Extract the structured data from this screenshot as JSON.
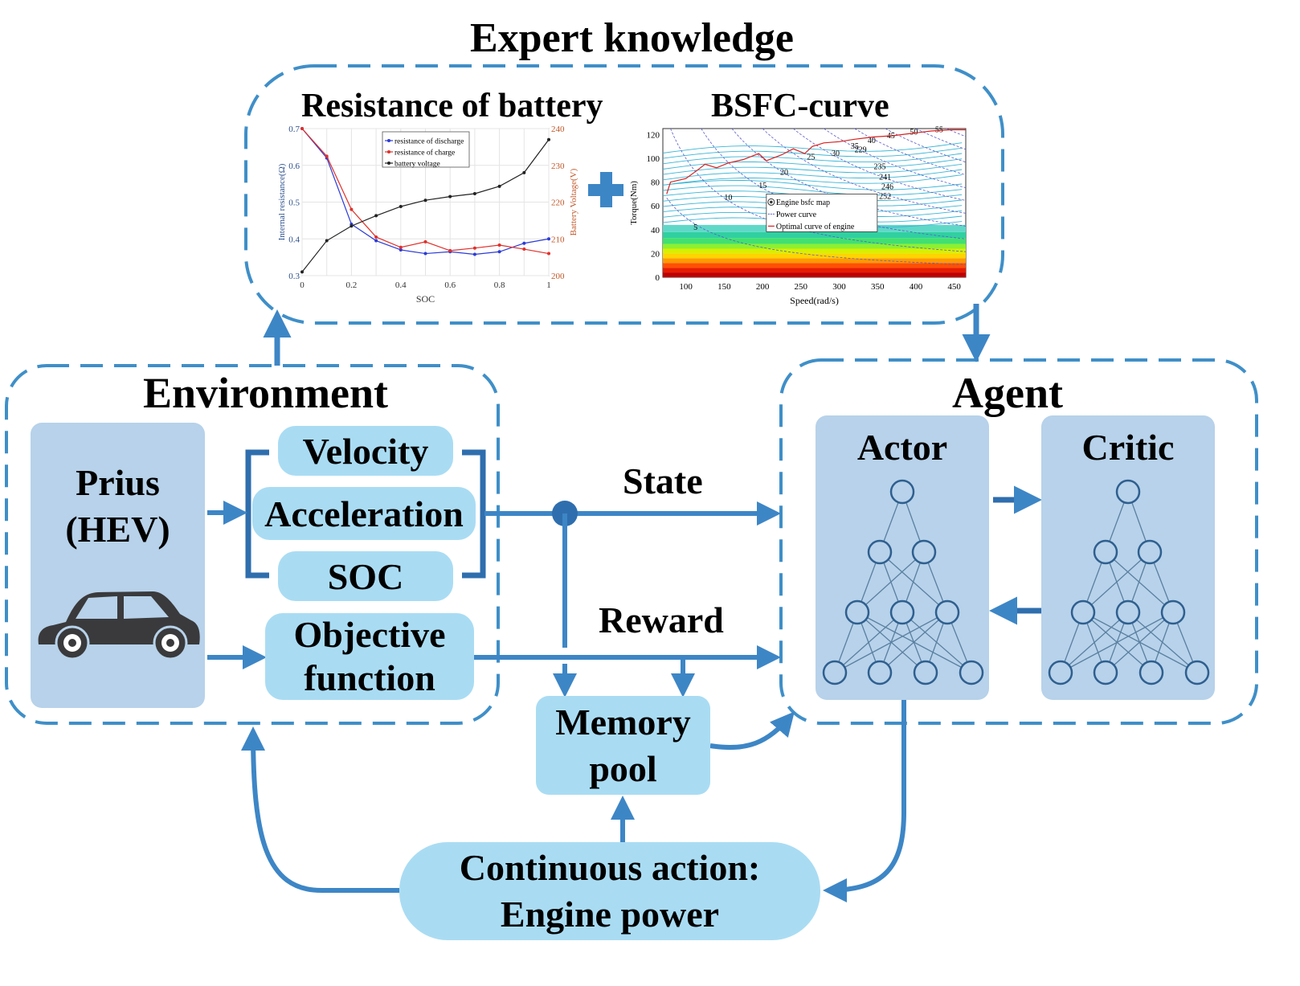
{
  "titles": {
    "expert": "Expert knowledge",
    "environment": "Environment",
    "agent": "Agent",
    "battery": "Resistance of battery",
    "bsfc": "BSFC-curve"
  },
  "environment": {
    "vehicle": [
      "Prius",
      "(HEV)"
    ],
    "states": [
      "Velocity",
      "Acceleration",
      "SOC"
    ],
    "objective": [
      "Objective",
      "function"
    ]
  },
  "flow": {
    "state": "State",
    "reward": "Reward",
    "memory": [
      "Memory",
      "pool"
    ],
    "action": [
      "Continuous action:",
      "Engine power"
    ]
  },
  "agent": {
    "actor": "Actor",
    "critic": "Critic"
  },
  "colors": {
    "dash": "#3f8fc8",
    "arrow": "#3d86c6",
    "light_box": "#a9dcf3",
    "panel": "#b7d2ea",
    "bracket": "#2f6eae",
    "plus": "#3d86c6"
  },
  "chart_data": [
    {
      "type": "line",
      "x": [
        0,
        0.1,
        0.2,
        0.3,
        0.4,
        0.5,
        0.6,
        0.7,
        0.8,
        0.9,
        1.0
      ],
      "xlabel": "SOC",
      "ylabel": "Internal resistance(Ω)",
      "y2label": "Battery Voltage(V)",
      "xticks": [
        "0",
        "0.2",
        "0.4",
        "0.6",
        "0.8",
        "1"
      ],
      "yticks": [
        "0.3",
        "0.4",
        "0.5",
        "0.6",
        "0.7"
      ],
      "y2ticks": [
        "200",
        "210",
        "220",
        "230",
        "240"
      ],
      "xlim": [
        0,
        1
      ],
      "ylim": [
        0.3,
        0.7
      ],
      "y2lim": [
        200,
        240
      ],
      "legend_position": "top-center",
      "series": [
        {
          "name": "resistance of discharge",
          "color": "#2b3bd6",
          "axis": "left",
          "values": [
            0.7,
            0.62,
            0.44,
            0.395,
            0.37,
            0.36,
            0.365,
            0.358,
            0.365,
            0.388,
            0.4
          ]
        },
        {
          "name": "resistance of charge",
          "color": "#e0302a",
          "axis": "left",
          "values": [
            0.7,
            0.625,
            0.48,
            0.405,
            0.377,
            0.392,
            0.368,
            0.375,
            0.383,
            0.372,
            0.36
          ]
        },
        {
          "name": "battery voltage",
          "color": "#222222",
          "axis": "right",
          "values": [
            201,
            209.5,
            213.5,
            216.3,
            218.8,
            220.5,
            221.5,
            222.3,
            224.3,
            228,
            237
          ]
        }
      ]
    },
    {
      "type": "heatmap",
      "xlabel": "Speed(rad/s)",
      "ylabel": "Torque(Nm)",
      "xticks": [
        "100",
        "150",
        "200",
        "250",
        "300",
        "350",
        "400",
        "450"
      ],
      "yticks": [
        "0",
        "20",
        "40",
        "60",
        "80",
        "100",
        "120"
      ],
      "xlim": [
        70,
        465
      ],
      "ylim": [
        0,
        125
      ],
      "legend": [
        "Engine bsfc map",
        "Power curve",
        "Optimal curve of engine"
      ],
      "power_labels": [
        "5",
        "10",
        "15",
        "20",
        "25",
        "30",
        "35",
        "40",
        "45",
        "50",
        "55"
      ],
      "bsfc_labels": [
        "229",
        "235",
        "241",
        "246",
        "252"
      ],
      "optimal_curve": {
        "speed": [
          75,
          80,
          100,
          115,
          125,
          140,
          155,
          175,
          195,
          205,
          225,
          240,
          255,
          265,
          280,
          300,
          320,
          345,
          370,
          395,
          420,
          445,
          465
        ],
        "torque": [
          70,
          80,
          83,
          90,
          95,
          92,
          96,
          99,
          104,
          98,
          103,
          108,
          104,
          110,
          113,
          114,
          116,
          118,
          119,
          121,
          123,
          124,
          124
        ]
      }
    }
  ]
}
